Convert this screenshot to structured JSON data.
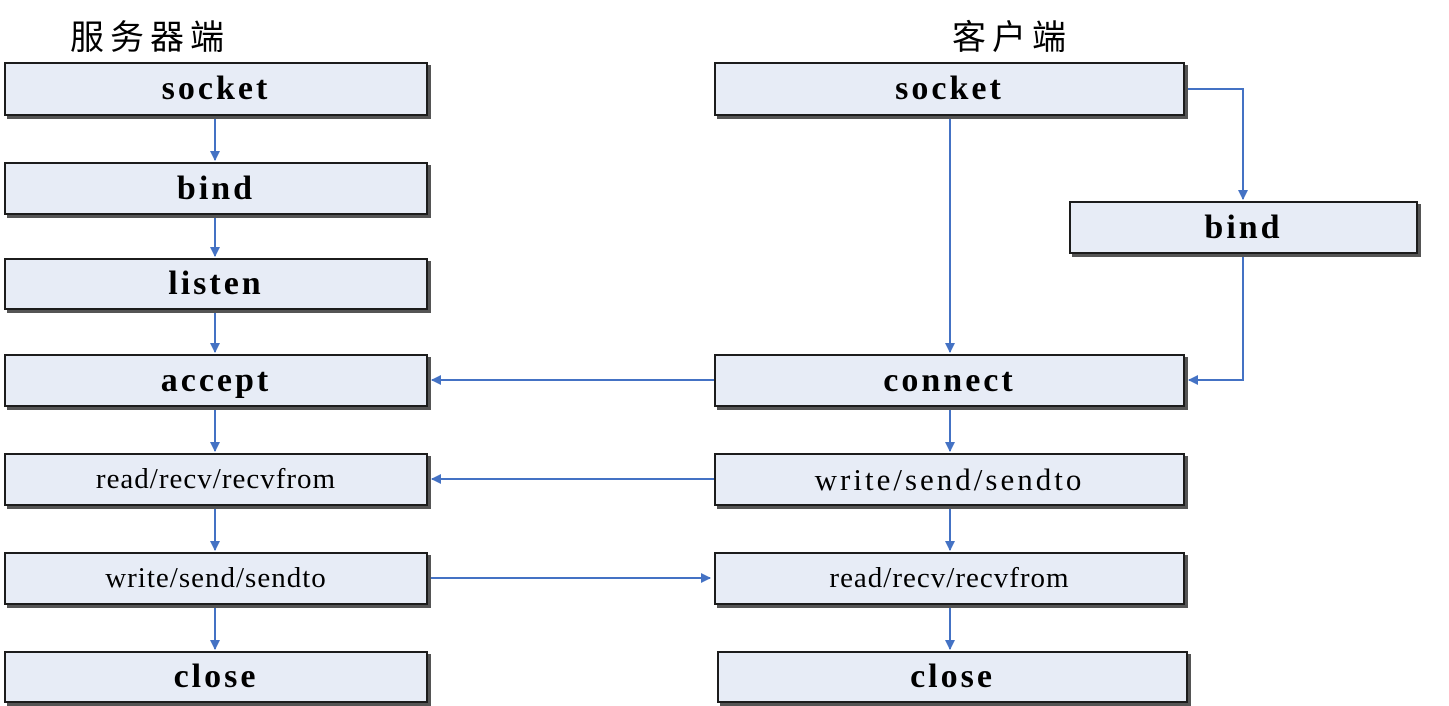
{
  "server": {
    "title": "服务器端",
    "steps": [
      "socket",
      "bind",
      "listen",
      "accept",
      "read/recv/recvfrom",
      "write/send/sendto",
      "close"
    ]
  },
  "client": {
    "title": "客户端",
    "steps": [
      "socket",
      "bind",
      "connect",
      "write/send/sendto",
      "read/recv/recvfrom",
      "close"
    ]
  },
  "colors": {
    "box_fill": "#e7ecf6",
    "arrow": "#4472c4",
    "border": "#1c1c1c"
  }
}
